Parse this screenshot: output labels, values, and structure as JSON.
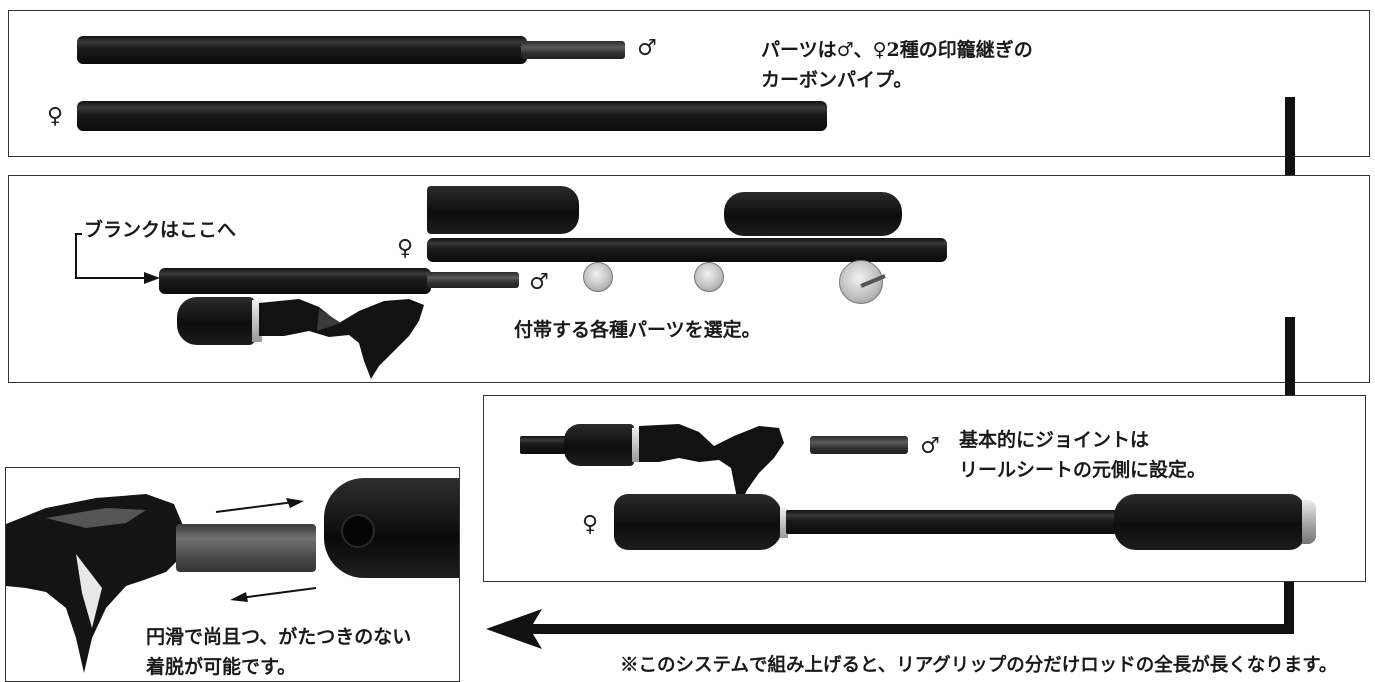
{
  "symbols": {
    "male": "♂",
    "female": "♀"
  },
  "panel1": {
    "text_line1": "パーツは♂、♀2種の印籠継ぎの",
    "text_line2": "カーボンパイプ。"
  },
  "panel2": {
    "blank_label": "ブランクはここへ",
    "caption": "付帯する各種パーツを選定。"
  },
  "panel3": {
    "text_line1": "基本的にジョイントは",
    "text_line2": "リールシートの元側に設定。"
  },
  "panel4": {
    "text_line1": "円滑で尚且つ、がたつきのない",
    "text_line2": "着脱が可能です。"
  },
  "footnote": "※このシステムで組み上げると、リアグリップの分だけロッドの全長が長くなります。",
  "colors": {
    "rod": "#111111",
    "foam": "#151515",
    "metal": "#c8c8c8",
    "border": "#333333"
  }
}
